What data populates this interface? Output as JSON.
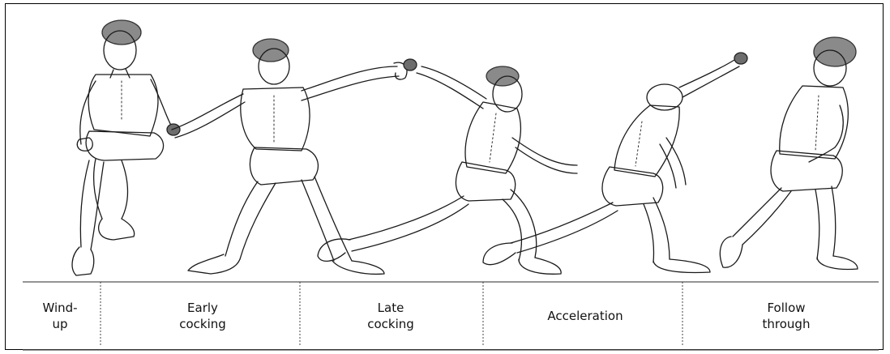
{
  "phases": [
    {
      "id": "wind-up",
      "label": "Wind-\nup"
    },
    {
      "id": "early-cocking",
      "label": "Early\ncocking"
    },
    {
      "id": "late-cocking",
      "label": "Late\ncocking"
    },
    {
      "id": "acceleration",
      "label": "Acceleration"
    },
    {
      "id": "follow-through",
      "label": "Follow\nthrough"
    }
  ]
}
